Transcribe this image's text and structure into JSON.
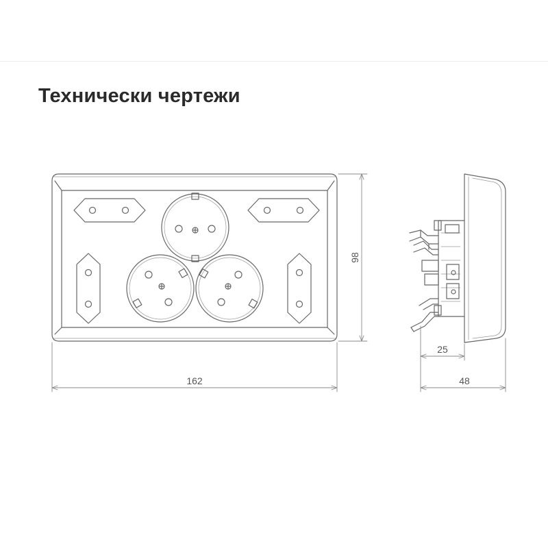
{
  "section_title": "Технически чертежи",
  "dimensions": {
    "height": "98",
    "width": "162",
    "mount_depth": "25",
    "total_depth": "48"
  },
  "colors": {
    "line": "#666666",
    "dim_line": "#8a8a8a",
    "background": "#ffffff",
    "title": "#2a2a2a"
  }
}
